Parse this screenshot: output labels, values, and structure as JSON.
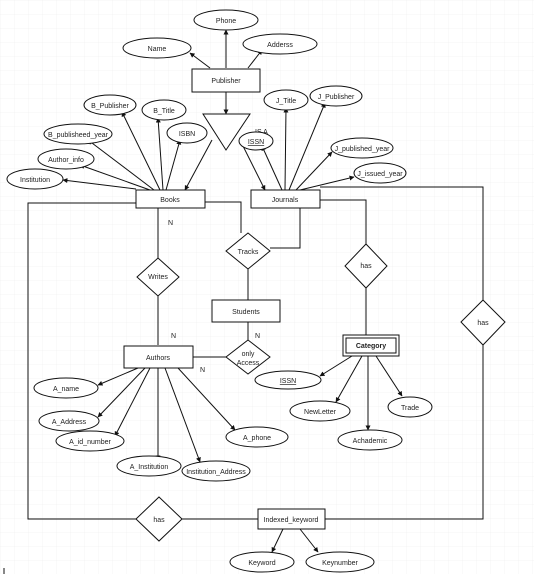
{
  "entities": {
    "publisher": "Publisher",
    "books": "Books",
    "journals": "Journals",
    "students": "Students",
    "authors": "Authors",
    "category": "Category",
    "indexed_keyword": "Indexed_keyword"
  },
  "attributes": {
    "phone": "Phone",
    "name": "Name",
    "adderss": "Adderss",
    "b_publisher": "B_Publisher",
    "b_title": "B_Title",
    "isbn": "ISBN",
    "b_published_year": "B_publisheed_year",
    "author_info": "Author_info",
    "institution": "Institution",
    "issn_top": "ISSN",
    "j_title": "J_Title",
    "j_publisher": "J_Publisher",
    "j_published_year": "J_published_year",
    "j_issued_year": "J_issued_year",
    "a_name": "A_name",
    "a_address": "A_Address",
    "a_id_number": "A_id_number",
    "a_institution": "A_Institution",
    "institution_address": "Institution_Address",
    "a_phone": "A_phone",
    "issn_category": "ISSN",
    "newletter": "NewLetter",
    "trade": "Trade",
    "achademic": "Achademic",
    "keyword": "Keyword",
    "keynumber": "Keynumber"
  },
  "relationships": {
    "is_a": "IS A",
    "writes": "Writes",
    "tracks": "Tracks",
    "has_category": "has",
    "has_right": "has",
    "only_access_1": "only",
    "only_access_2": "Access",
    "has_bottom": "has"
  },
  "cardinalities": {
    "writes_top": "N",
    "writes_bottom": "N",
    "students_access": "N",
    "authors_access": "N"
  },
  "colors": {
    "line": "#111111",
    "grid": "#ececec",
    "background": "#ffffff"
  }
}
